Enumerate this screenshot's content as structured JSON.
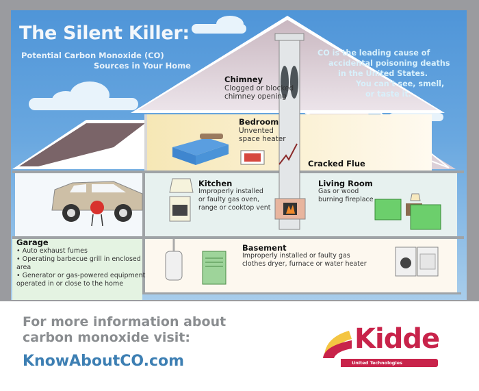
{
  "header": {
    "title": "The Silent Killer:",
    "subtitle_line1": "Potential Carbon Monoxide (CO)",
    "subtitle_line2": "Sources in Your Home"
  },
  "fact_box": {
    "lines": [
      "CO is the leading cause of",
      "accidental poisoning deaths",
      "in the United States.",
      "You can't see, smell,",
      "or taste it."
    ]
  },
  "rooms": {
    "chimney": {
      "title": "Chimney",
      "line1": "Clogged or blocked",
      "line2": "chimney opening"
    },
    "bedroom": {
      "title": "Bedroom",
      "line1": "Unvented",
      "line2": "space heater"
    },
    "cracked_flue": {
      "title": "Cracked Flue"
    },
    "kitchen": {
      "title": "Kitchen",
      "line1": "Improperly installed",
      "line2": "or faulty gas oven,",
      "line3": "range or cooktop vent"
    },
    "living_room": {
      "title": "Living Room",
      "line1": "Gas or wood",
      "line2": "burning fireplace"
    },
    "garage": {
      "title": "Garage",
      "items": [
        "Auto exhaust fumes",
        "Operating barbecue grill in enclosed area",
        "Generator or gas-powered equipment operated in or close to the home"
      ]
    },
    "basement": {
      "title": "Basement",
      "line1": "Improperly installed or faulty gas",
      "line2": "clothes dryer, furnace or water heater"
    }
  },
  "footer": {
    "info_line1": "For more information about",
    "info_line2": "carbon monoxide visit:",
    "link": "KnowAboutCO.com"
  },
  "brand": {
    "name": "Kidde",
    "tagline": "United Technologies",
    "color": "#c8234a"
  },
  "colors": {
    "sky": "#4f95d8",
    "frame": "#9a9b9f",
    "link": "#3d7fb3",
    "footer_text": "#8a8d90"
  }
}
